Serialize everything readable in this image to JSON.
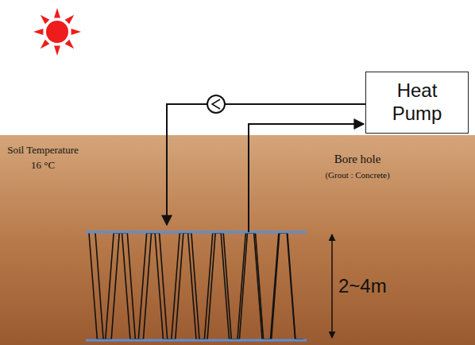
{
  "diagram": {
    "nodes": [
      {
        "text": [
          "Heat Pump"
        ]
      }
    ],
    "labels": [
      "Soil Temperature 16 °C",
      "Bore hole",
      "(Grout : Concrete)",
      "2~4m"
    ]
  }
}
